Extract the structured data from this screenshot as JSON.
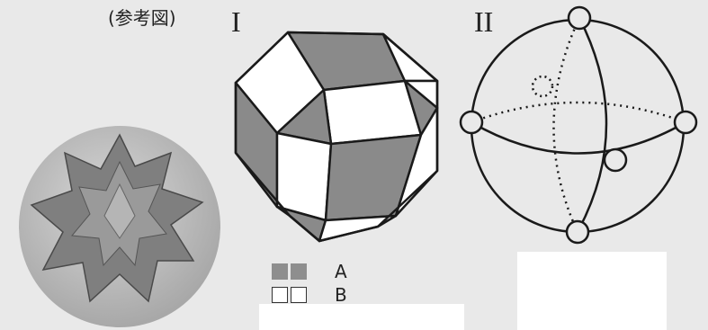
{
  "caption": "(参考図)",
  "figure_labels": {
    "first": "I",
    "second": "II"
  },
  "legend": [
    {
      "swatch": "gray",
      "label": "A"
    },
    {
      "swatch": "white",
      "label": "B"
    }
  ],
  "colors": {
    "face_a": "#8a8a8a",
    "face_b": "#ffffff",
    "ink": "#1a1a1a",
    "background": "#e9e9e9"
  },
  "photo": "origami-kusudama-star-ball"
}
